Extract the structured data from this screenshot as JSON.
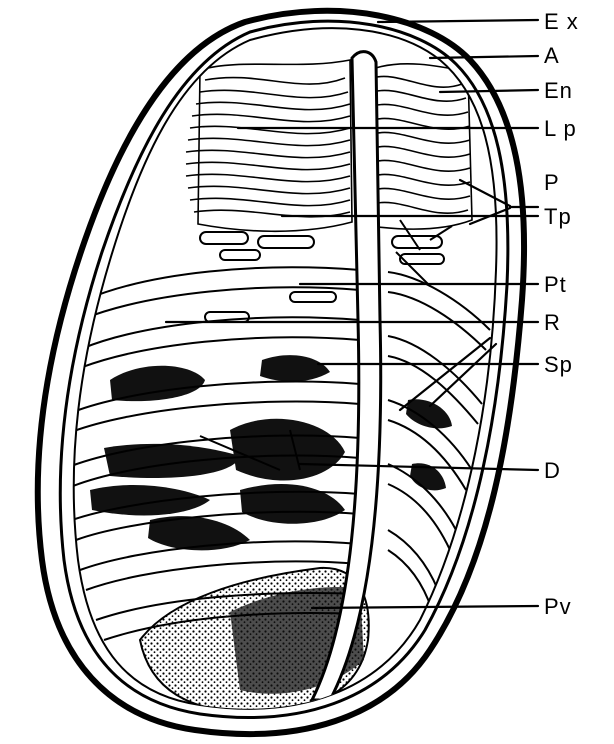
{
  "labels": [
    {
      "key": "ex",
      "text": "E x"
    },
    {
      "key": "a",
      "text": "A"
    },
    {
      "key": "en",
      "text": "En"
    },
    {
      "key": "lp",
      "text": "L p"
    },
    {
      "key": "p",
      "text": "P"
    },
    {
      "key": "tp",
      "text": "Tp"
    },
    {
      "key": "pt",
      "text": "Pt"
    },
    {
      "key": "r",
      "text": "R"
    },
    {
      "key": "sp",
      "text": "Sp"
    },
    {
      "key": "d",
      "text": "D"
    },
    {
      "key": "pv",
      "text": "Pv"
    }
  ],
  "colors": {
    "ink": "#000000",
    "paper": "#ffffff"
  }
}
